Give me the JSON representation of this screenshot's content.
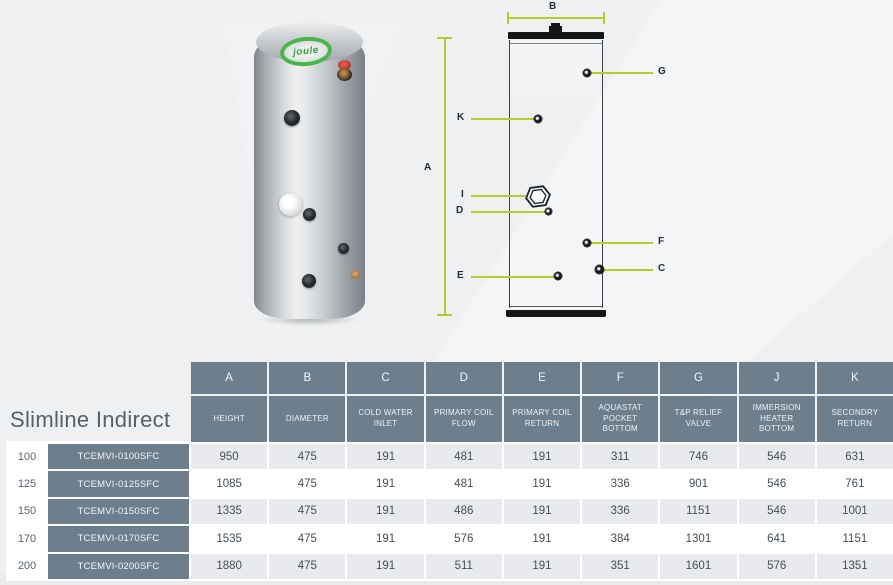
{
  "page": {
    "title": "Slimline Indirect"
  },
  "product": {
    "logo_text": "joule"
  },
  "diagram": {
    "dim_labels": {
      "a": "A",
      "b": "B"
    },
    "port_labels": {
      "c": "C",
      "d": "D",
      "e": "E",
      "f": "F",
      "g": "G",
      "i": "I",
      "k": "K"
    }
  },
  "table": {
    "column_letters": [
      "A",
      "B",
      "C",
      "D",
      "E",
      "F",
      "G",
      "J",
      "K"
    ],
    "column_names": [
      "HEIGHT",
      "DIAMETER",
      "COLD WATER INLET",
      "PRIMARY COIL FLOW",
      "PRIMARY COIL RETURN",
      "AQUASTAT POCKET BOTTOM",
      "T&P RELIEF VALVE",
      "IMMERSION HEATER BOTTOM",
      "SECONDRY RETURN"
    ],
    "rows": [
      {
        "capacity": "100",
        "model": "TCEMVI-0100SFC",
        "values": [
          "950",
          "475",
          "191",
          "481",
          "191",
          "311",
          "746",
          "546",
          "631"
        ]
      },
      {
        "capacity": "125",
        "model": "TCEMVI-0125SFC",
        "values": [
          "1085",
          "475",
          "191",
          "481",
          "191",
          "336",
          "901",
          "546",
          "761"
        ]
      },
      {
        "capacity": "150",
        "model": "TCEMVI-0150SFC",
        "values": [
          "1335",
          "475",
          "191",
          "486",
          "191",
          "336",
          "1151",
          "546",
          "1001"
        ]
      },
      {
        "capacity": "170",
        "model": "TCEMVI-0170SFC",
        "values": [
          "1535",
          "475",
          "191",
          "576",
          "191",
          "384",
          "1301",
          "641",
          "1151"
        ]
      },
      {
        "capacity": "200",
        "model": "TCEMVI-0200SFC",
        "values": [
          "1880",
          "475",
          "191",
          "511",
          "191",
          "351",
          "1601",
          "576",
          "1351"
        ]
      }
    ]
  },
  "colors": {
    "accent_green": "#b2cf2e",
    "slate": "#6d7e8c",
    "row_alt": "#e8eaed",
    "page_bg": "#eef0f1"
  }
}
